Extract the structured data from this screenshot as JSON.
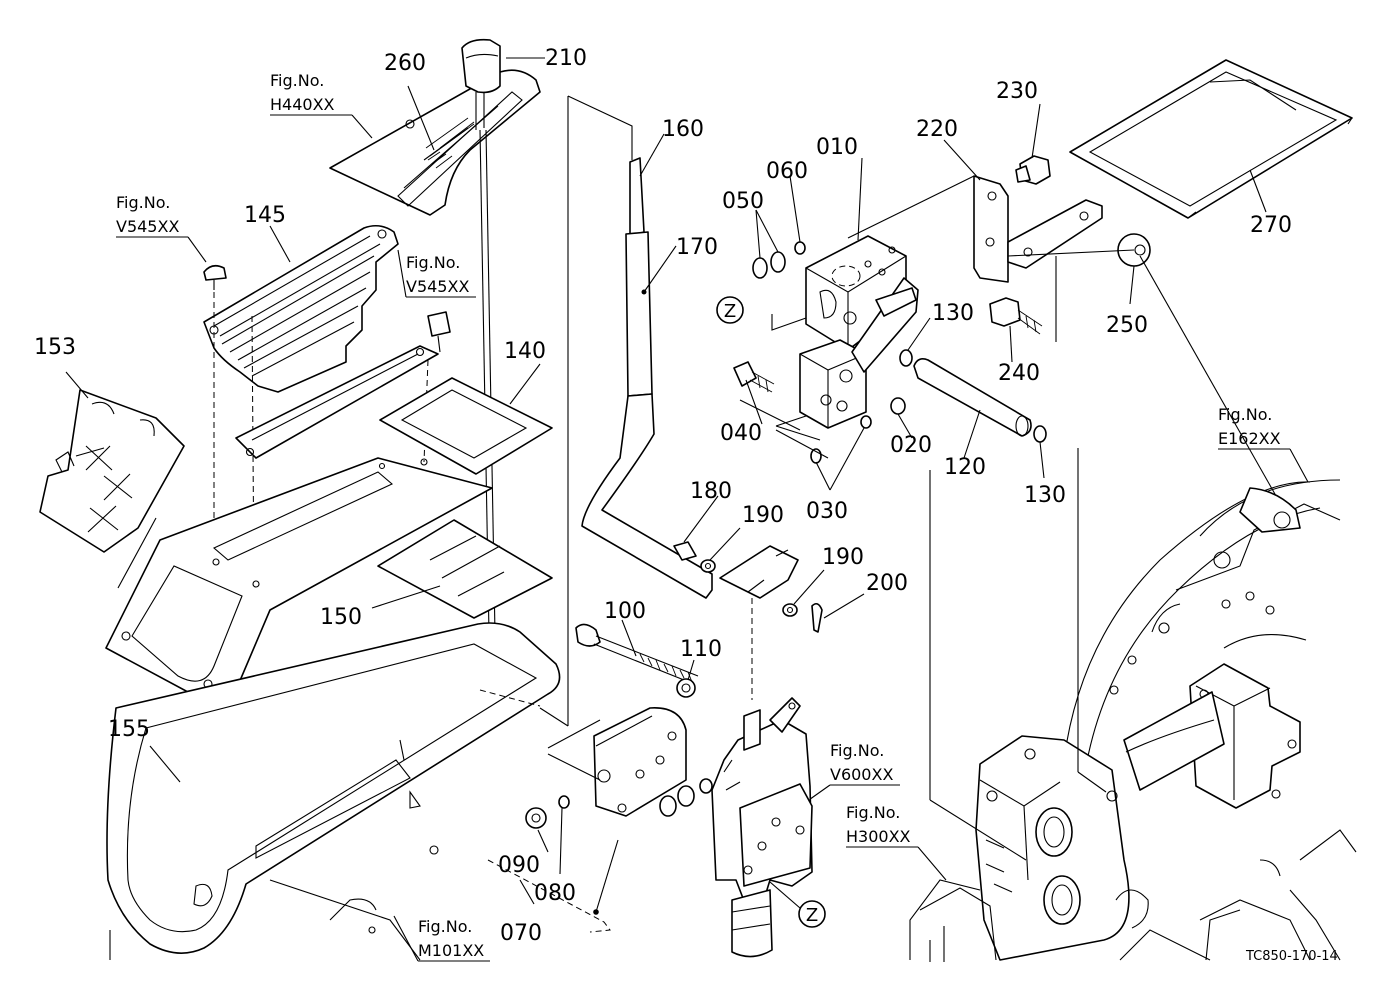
{
  "diagram": {
    "drawing_code": "TC850-170-14",
    "part_numbers": {
      "p010": "010",
      "p020": "020",
      "p030": "030",
      "p040": "040",
      "p050": "050",
      "p060": "060",
      "p070": "070",
      "p080": "080",
      "p090": "090",
      "p100": "100",
      "p110": "110",
      "p120": "120",
      "p130a": "130",
      "p130b": "130",
      "p140": "140",
      "p145": "145",
      "p150": "150",
      "p153": "153",
      "p155": "155",
      "p160": "160",
      "p170": "170",
      "p180": "180",
      "p190a": "190",
      "p190b": "190",
      "p200": "200",
      "p210": "210",
      "p220": "220",
      "p230": "230",
      "p240": "240",
      "p250": "250",
      "p260": "260",
      "p270": "270"
    },
    "figure_refs": {
      "h440": {
        "label": "Fig.No.",
        "code": "H440XX"
      },
      "v545a": {
        "label": "Fig.No.",
        "code": "V545XX"
      },
      "v545b": {
        "label": "Fig.No.",
        "code": "V545XX"
      },
      "e162": {
        "label": "Fig.No.",
        "code": "E162XX"
      },
      "v600": {
        "label": "Fig.No.",
        "code": "V600XX"
      },
      "h300": {
        "label": "Fig.No.",
        "code": "H300XX"
      },
      "m101": {
        "label": "Fig.No.",
        "code": "M101XX"
      }
    },
    "markers": {
      "z1": "Z",
      "z2": "Z"
    }
  }
}
